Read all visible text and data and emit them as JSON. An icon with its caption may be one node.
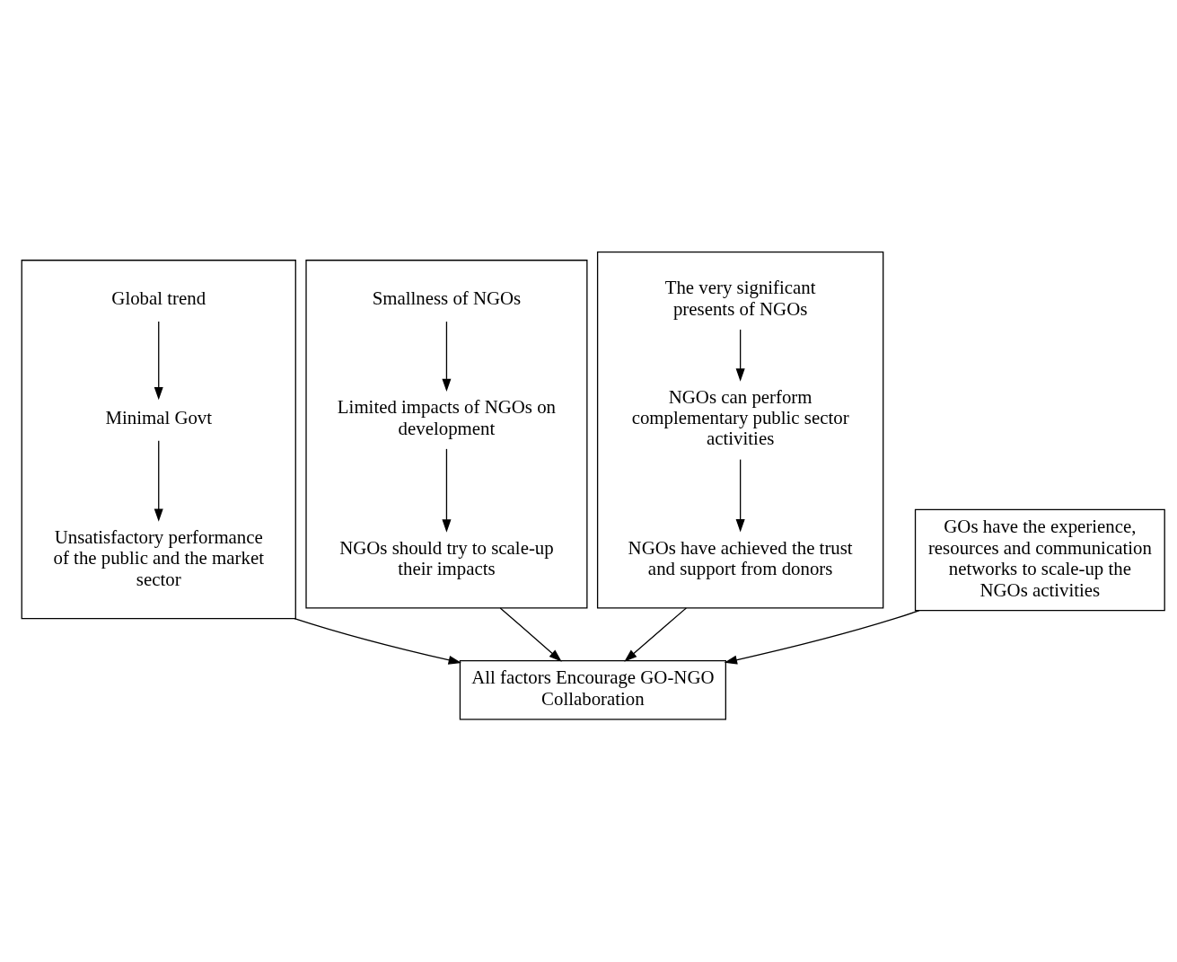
{
  "diagram": {
    "nodes": [
      {
        "text": [],
        "shape": "box"
      },
      {
        "text": [
          "Global trend"
        ],
        "in": 0
      },
      {
        "text": [
          "Minimal Govt"
        ],
        "in": 0
      },
      {
        "text": [
          "Unsatisfactory performance of the public and the market sector"
        ],
        "in": 0
      },
      {
        "text": [],
        "shape": "box"
      },
      {
        "text": [
          "Smallness of NGOs"
        ],
        "in": 4
      },
      {
        "text": [
          "Limited impacts of NGOs on development"
        ],
        "in": 4
      },
      {
        "text": [
          "NGOs should try to scale-up their impacts"
        ],
        "in": 4
      },
      {
        "text": [
          "All factors Encourage GO-NGO Collaboration"
        ]
      },
      {
        "text": [],
        "shape": "box"
      },
      {
        "text": [
          "The very significant presents of NGOs"
        ],
        "in": 9
      },
      {
        "text": [
          "NGOs can perform complementary public sector activities"
        ],
        "in": 9
      },
      {
        "text": [
          "NGOs have achieved the trust and support from donors"
        ],
        "in": 9
      },
      {
        "text": [
          "GOs have the experience, resources and communication networks to scale-up the NGOs activities"
        ]
      }
    ],
    "edges": [
      {
        "from": 1,
        "to": 2,
        "arrow": "to"
      },
      {
        "from": 2,
        "to": 3,
        "arrow": "to"
      },
      {
        "from": 0,
        "to": 8,
        "arrow": "to"
      },
      {
        "from": 5,
        "to": 6,
        "arrow": "to"
      },
      {
        "from": 6,
        "to": 7,
        "arrow": "to"
      },
      {
        "from": 4,
        "to": 8,
        "arrow": "to"
      },
      {
        "from": 9,
        "to": 8,
        "arrow": "to"
      },
      {
        "from": 10,
        "to": 11,
        "arrow": "to"
      },
      {
        "from": 11,
        "to": 12,
        "arrow": "to"
      },
      {
        "from": 13,
        "to": 8,
        "arrow": "to"
      }
    ]
  }
}
